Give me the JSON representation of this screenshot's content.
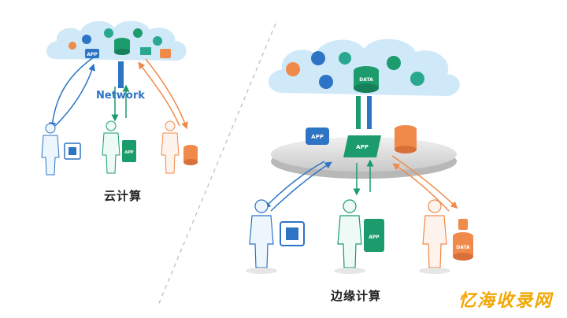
{
  "left_panel": {
    "network_label": "Network",
    "caption": "云计算",
    "app_badge": "APP",
    "tablet_badge": "APP"
  },
  "right_panel": {
    "caption": "边缘计算",
    "cloud_db_badge": "DATA",
    "app_card_left": "APP",
    "app_card_center": "APP",
    "tablet_badge": "APP",
    "db_badge": "DATA"
  },
  "watermark": "忆海收录网",
  "colors": {
    "cloud": "#cfe9f8",
    "blue": "#2d74c4",
    "green": "#1c9b6c",
    "teal": "#29a88f",
    "orange": "#f08a4b",
    "watermark": "#f2a600"
  }
}
